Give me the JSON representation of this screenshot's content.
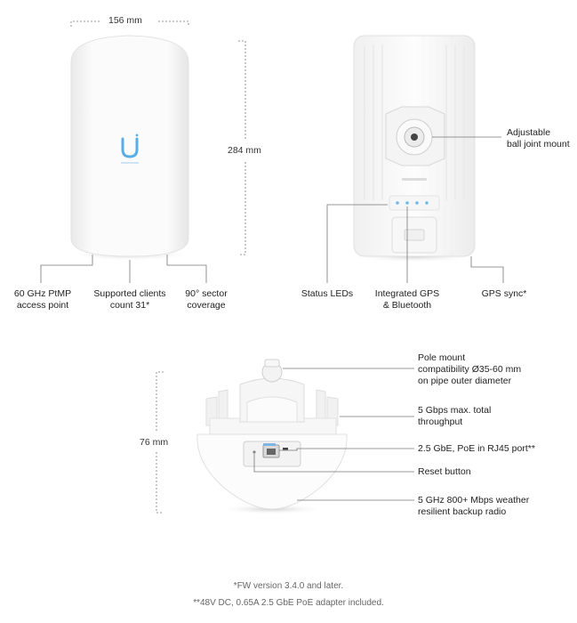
{
  "dimensions": {
    "width": "156 mm",
    "height": "284 mm",
    "depth": "76 mm"
  },
  "front_callouts": {
    "left": [
      "60 GHz PtMP",
      "access point"
    ],
    "middle": [
      "Supported clients",
      "count 31*"
    ],
    "right": [
      "90° sector",
      "coverage"
    ]
  },
  "back_callouts": {
    "mount": [
      "Adjustable",
      "ball joint mount"
    ],
    "leds": "Status LEDs",
    "gps_bt": [
      "Integrated GPS",
      "& Bluetooth"
    ],
    "sync": "GPS sync*"
  },
  "bottom_callouts": {
    "pole": [
      "Pole mount",
      "compatibility Ø35-60 mm",
      "on pipe outer diameter"
    ],
    "throughput": [
      "5 Gbps max. total",
      "throughput"
    ],
    "port": "2.5 GbE, PoE in RJ45 port**",
    "reset": "Reset button",
    "radio": [
      "5 GHz 800+ Mbps weather",
      "resilient backup radio"
    ]
  },
  "footnotes": {
    "fw": "*FW version 3.4.0 and later.",
    "power": "**48V DC, 0.65A 2.5 GbE PoE adapter included."
  },
  "colors": {
    "led": "#6fb8ec",
    "logo": "#5aaee6"
  },
  "icons": {
    "front_logo": "ubiquiti-u-logo"
  }
}
